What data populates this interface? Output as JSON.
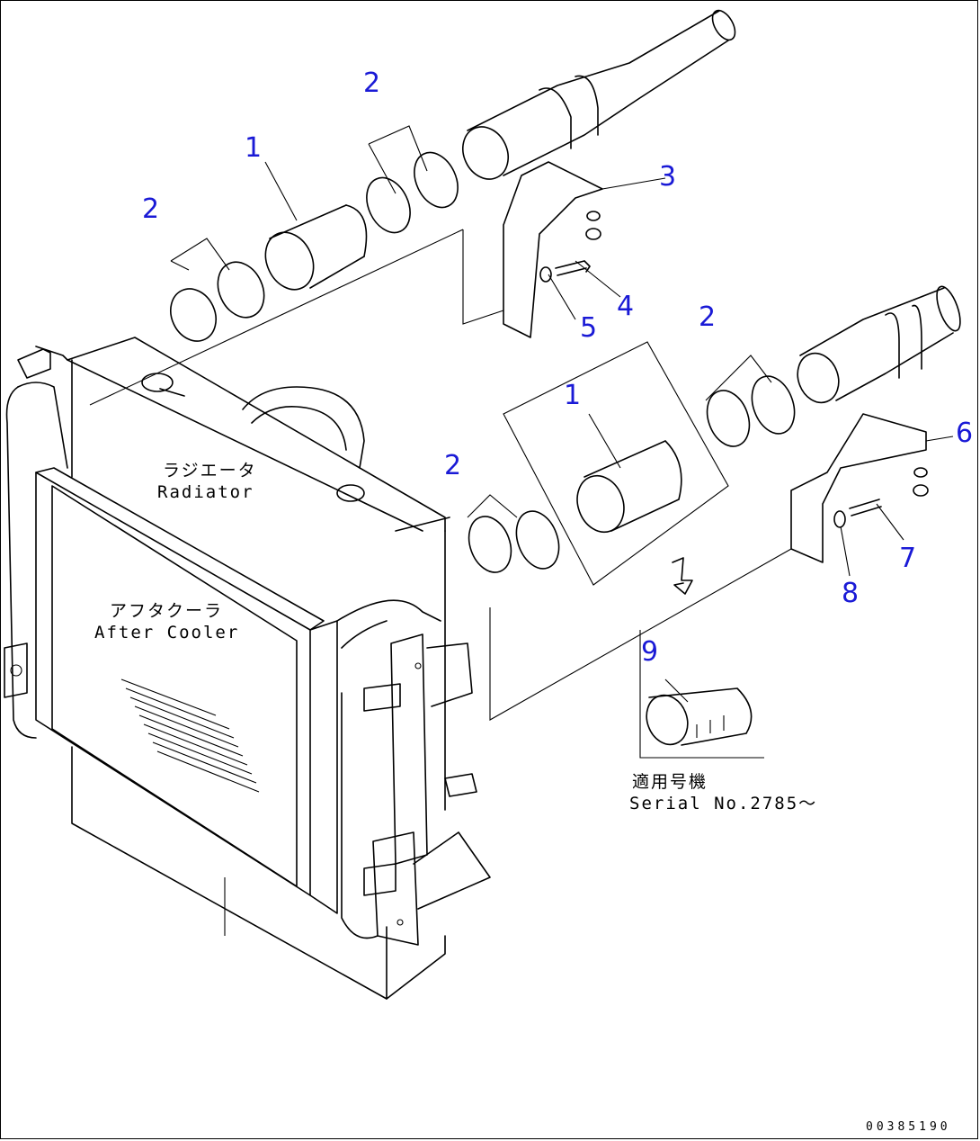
{
  "callouts": [
    {
      "id": "c1a",
      "text": "1"
    },
    {
      "id": "c2a",
      "text": "2"
    },
    {
      "id": "c2b",
      "text": "2"
    },
    {
      "id": "c3",
      "text": "3"
    },
    {
      "id": "c4",
      "text": "4"
    },
    {
      "id": "c5",
      "text": "5"
    },
    {
      "id": "c1b",
      "text": "1"
    },
    {
      "id": "c2c",
      "text": "2"
    },
    {
      "id": "c2d",
      "text": "2"
    },
    {
      "id": "c6",
      "text": "6"
    },
    {
      "id": "c7",
      "text": "7"
    },
    {
      "id": "c8",
      "text": "8"
    },
    {
      "id": "c9",
      "text": "9"
    }
  ],
  "labels": {
    "radiator_jp": "ラジエータ",
    "radiator_en": "Radiator",
    "aftercooler_jp": "アフタクーラ",
    "aftercooler_en": "After Cooler",
    "serial_jp": "適用号機",
    "serial_en": "Serial No.2785～"
  },
  "drawing_code": "00385190",
  "colors": {
    "callout": "#1a1ad6",
    "line": "#000000"
  }
}
